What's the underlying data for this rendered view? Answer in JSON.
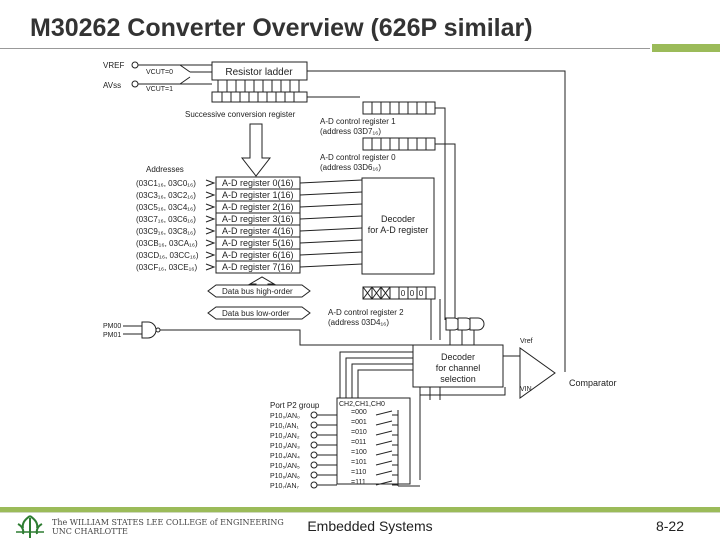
{
  "title": "M30262 Converter Overview (626P similar)",
  "footer": {
    "center": "Embedded Systems",
    "page": "8-22",
    "logo_line1": "The WILLIAM STATES LEE COLLEGE of ENGINEERING",
    "logo_line2": "UNC CHARLOTTE"
  },
  "diagram": {
    "vref": "VREF",
    "avss": "AVss",
    "vcut0": "VCUT=0",
    "vcut1": "VCUT=1",
    "resistor_ladder": "Resistor ladder",
    "sar": "Successive conversion register",
    "adcr1_line1": "A-D control register 1",
    "adcr1_line2": "(address 03D7₁₆)",
    "adcr0_line1": "A-D control register 0",
    "adcr0_line2": "(address 03D6₁₆)",
    "addresses_heading": "Addresses",
    "registers": [
      {
        "address": "(03C1₁₆, 03C0₁₆)",
        "name": "A-D register 0(16)"
      },
      {
        "address": "(03C3₁₆, 03C2₁₆)",
        "name": "A-D register 1(16)"
      },
      {
        "address": "(03C5₁₆, 03C4₁₆)",
        "name": "A-D register 2(16)"
      },
      {
        "address": "(03C7₁₆, 03C6₁₆)",
        "name": "A-D register 3(16)"
      },
      {
        "address": "(03C9₁₆, 03C8₁₆)",
        "name": "A-D register 4(16)"
      },
      {
        "address": "(03CB₁₆, 03CA₁₆)",
        "name": "A-D register 5(16)"
      },
      {
        "address": "(03CD₁₆, 03CC₁₆)",
        "name": "A-D register 6(16)"
      },
      {
        "address": "(03CF₁₆, 03CE₁₆)",
        "name": "A-D register 7(16)"
      }
    ],
    "decoder_ad_line1": "Decoder",
    "decoder_ad_line2": "for A-D register",
    "databus_high": "Data bus high-order",
    "databus_low": "Data bus low-order",
    "reg2_bits": [
      "0",
      "0",
      "0"
    ],
    "adcr2_line1": "A-D control register 2",
    "adcr2_line2": "(address 03D4₁₆)",
    "pm00": "PM00",
    "pm01": "PM01",
    "decoder_ch_line1": "Decoder",
    "decoder_ch_line2": "for channel",
    "decoder_ch_line3": "selection",
    "vref_small": "Vref",
    "vin": "VIN",
    "comparator": "Comparator",
    "port_group": "Port P2 group",
    "ch_header": "CH2,CH1,CH0",
    "ports": [
      {
        "pin": "P10₀/AN₀",
        "code": "=000"
      },
      {
        "pin": "P10₁/AN₁",
        "code": "=001"
      },
      {
        "pin": "P10₂/AN₂",
        "code": "=010"
      },
      {
        "pin": "P10₃/AN₃",
        "code": "=011"
      },
      {
        "pin": "P10₄/AN₄",
        "code": "=100"
      },
      {
        "pin": "P10₅/AN₅",
        "code": "=101"
      },
      {
        "pin": "P10₆/AN₆",
        "code": "=110"
      },
      {
        "pin": "P10₇/AN₇",
        "code": "=111"
      }
    ]
  }
}
